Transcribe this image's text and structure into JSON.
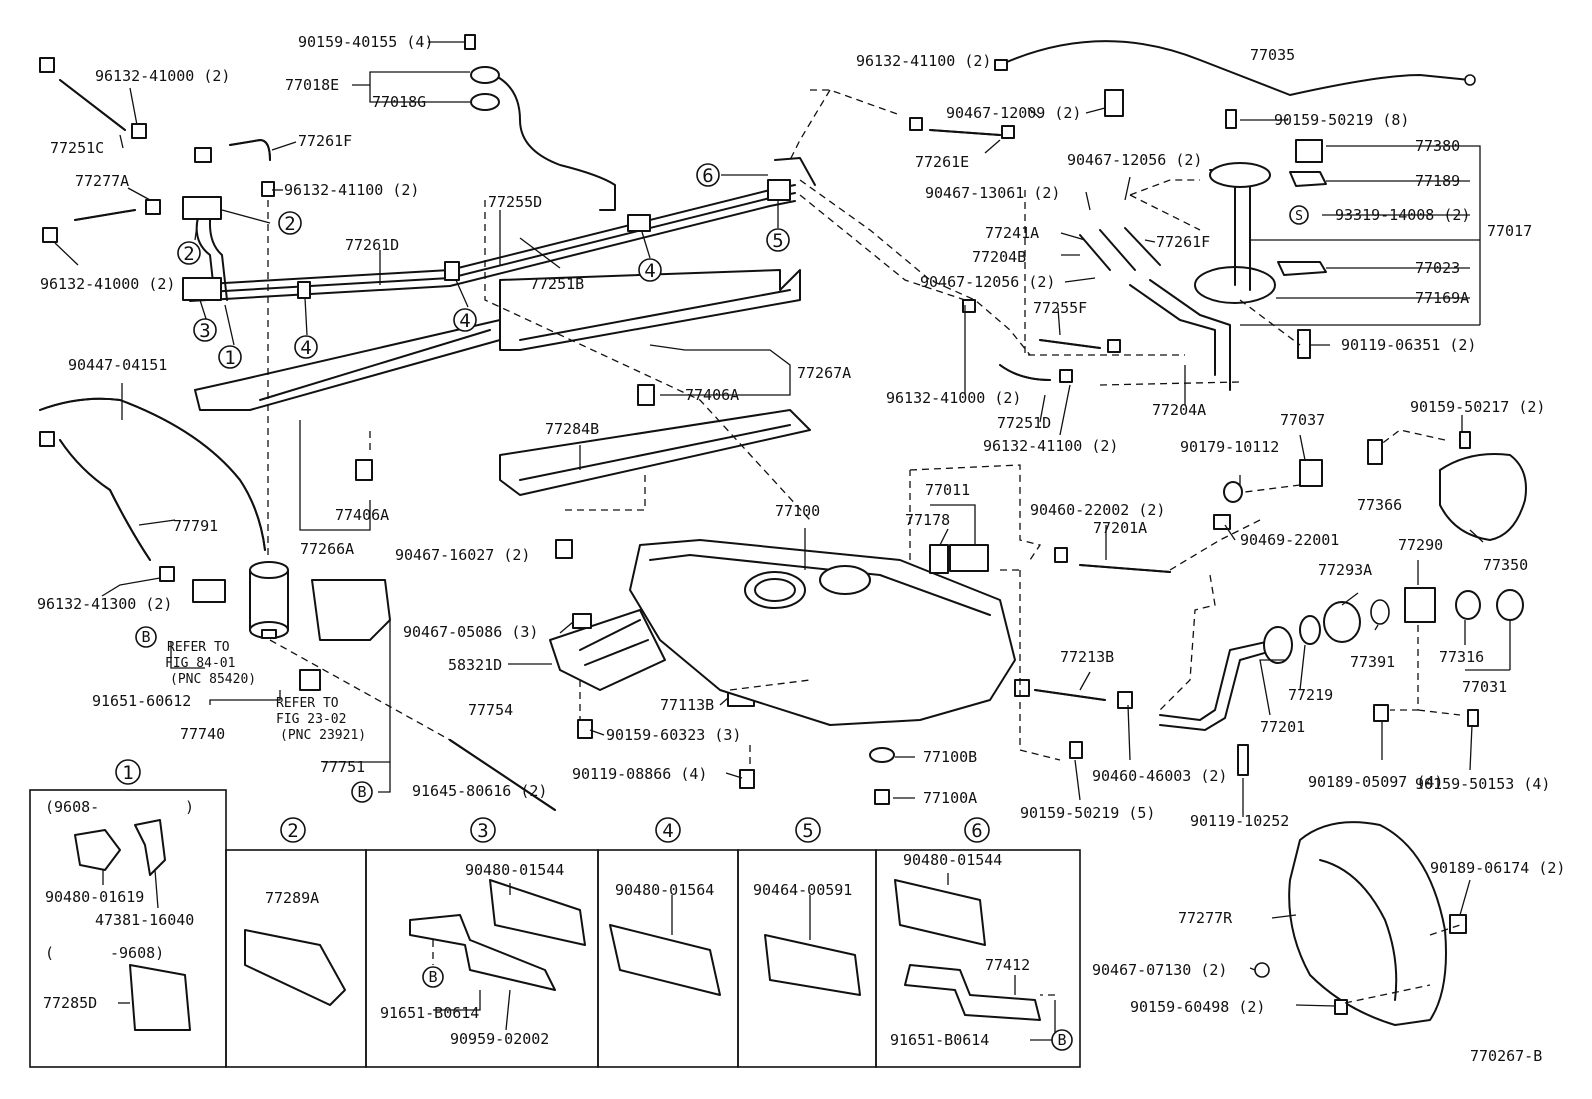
{
  "figure_code": "770267-B",
  "callout_numbers": {
    "c1": "1",
    "c2": "2",
    "c3": "3",
    "c4": "4",
    "c5": "5",
    "c6": "6",
    "b": "B",
    "s": "S"
  },
  "labels": {
    "p9015940155": "90159-40155 (4)",
    "p77018e": "77018E",
    "p77018g": "77018G",
    "p9613241000a": "96132-41000 (2)",
    "p77251c": "77251C",
    "p77261f_top": "77261F",
    "p77277a": "77277A",
    "p9613241100a": "96132-41100 (2)",
    "p9613241000b": "96132-41000 (2)",
    "p77261d": "77261D",
    "p77255d": "77255D",
    "p77251b": "77251B",
    "p9044704151": "90447-04151",
    "p77267a": "77267A",
    "p77406a_r": "77406A",
    "p77284b": "77284B",
    "p77406a_l": "77406A",
    "p77266a": "77266A",
    "p77791": "77791",
    "p9613241300": "96132-41300 (2)",
    "refer1_a": "REFER TO",
    "refer1_b": "FIG 84-01",
    "refer1_c": "(PNC 85420)",
    "p9165160612": "91651-60612",
    "p77740": "77740",
    "refer2_a": "REFER TO",
    "refer2_b": "FIG 23-02",
    "refer2_c": "(PNC 23921)",
    "p77751": "77751",
    "p9164580616": "91645-80616 (2)",
    "p77754": "77754",
    "p9046716027": "90467-16027 (2)",
    "p9046705086": "90467-05086 (3)",
    "p58321d": "58321D",
    "p77113b": "77113B",
    "p9015960323": "90159-60323 (3)",
    "p9011908866": "90119-08866 (4)",
    "p77100": "77100",
    "p77011": "77011",
    "p77178": "77178",
    "p77100b": "77100B",
    "p77100a": "77100A",
    "p9613241100b": "96132-41100 (2)",
    "p9046712009": "90467-12009 (2)",
    "p77035": "77035",
    "p77261e": "77261E",
    "p9046712056a": "90467-12056 (2)",
    "p9046713061": "90467-13061 (2)",
    "p77241a": "77241A",
    "p77261f_r": "77261F",
    "p77204b": "77204B",
    "p9046712056b": "90467-12056 (2)",
    "p77255f": "77255F",
    "p9613241000c": "96132-41000 (2)",
    "p77251d": "77251D",
    "p9613241100c": "96132-41100 (2)",
    "p77204a": "77204A",
    "p9015950219a": "90159-50219 (8)",
    "p77380": "77380",
    "p77189": "77189",
    "p9331914008": "93319-14008 (2)",
    "p77017": "77017",
    "p77023": "77023",
    "p77169a": "77169A",
    "p9011906351": "90119-06351 (2)",
    "p9046022002": "90460-22002 (2)",
    "p77201a": "77201A",
    "p9046922001": "90469-22001",
    "p9017910112": "90179-10112",
    "p77037": "77037",
    "p77366": "77366",
    "p9015950217": "90159-50217 (2)",
    "p77350": "77350",
    "p77290": "77290",
    "p77293a": "77293A",
    "p77391": "77391",
    "p77316": "77316",
    "p77031": "77031",
    "p77213b": "77213B",
    "p77219": "77219",
    "p77201": "77201",
    "p9046046003": "90460-46003 (2)",
    "p9015950219b": "90159-50219 (5)",
    "p9011910252": "90119-10252",
    "p9018905097": "90189-05097 (4)",
    "p9015950153": "90159-50153 (4)",
    "p9018906174": "90189-06174 (2)",
    "p77277r": "77277R",
    "p9046707130": "90467-07130 (2)",
    "p9015960498": "90159-60498 (2)"
  },
  "insets": {
    "i1": {
      "num": "1",
      "date_from": "(9608-",
      "date_from_close": ")",
      "p_a": "90480-01619",
      "p_b": "47381-16040",
      "date_to": "(",
      "date_to_b": "-9608)",
      "p_c": "77285D"
    },
    "i2": {
      "num": "2",
      "p_a": "77289A"
    },
    "i3": {
      "num": "3",
      "p_a": "90480-01544",
      "p_b": "91651-B0614",
      "p_c": "90959-02002",
      "b": "B"
    },
    "i4": {
      "num": "4",
      "p_a": "90480-01564"
    },
    "i5": {
      "num": "5",
      "p_a": "90464-00591"
    },
    "i6": {
      "num": "6",
      "p_a": "90480-01544",
      "p_b": "77412",
      "p_c": "91651-B0614",
      "b": "B"
    }
  }
}
